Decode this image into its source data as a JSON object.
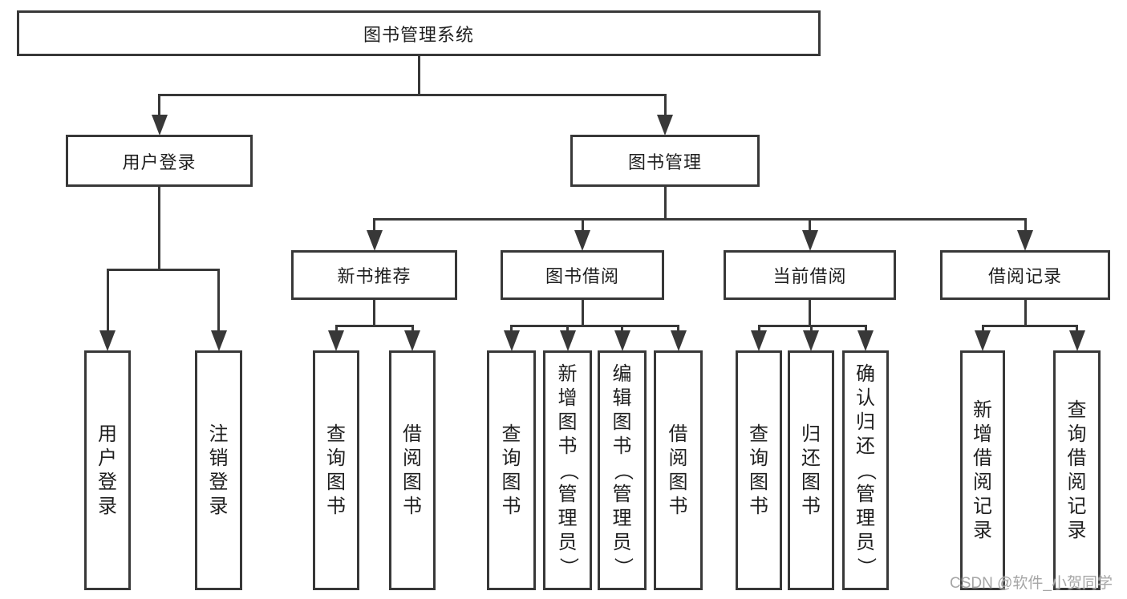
{
  "diagram": {
    "title": "图书管理系统",
    "nodes": [
      {
        "id": "root",
        "label": "图书管理系统",
        "children": [
          "login",
          "mgmt"
        ]
      },
      {
        "id": "login",
        "label": "用户登录",
        "children": [
          "login-user",
          "login-logout"
        ]
      },
      {
        "id": "mgmt",
        "label": "图书管理",
        "children": [
          "rec",
          "borrow",
          "current",
          "records"
        ]
      },
      {
        "id": "rec",
        "label": "新书推荐",
        "children": [
          "rec-query",
          "rec-borrow"
        ]
      },
      {
        "id": "borrow",
        "label": "图书借阅",
        "children": [
          "borrow-query",
          "borrow-add",
          "borrow-edit",
          "borrow-lend"
        ]
      },
      {
        "id": "current",
        "label": "当前借阅",
        "children": [
          "current-query",
          "current-return",
          "current-confirm"
        ]
      },
      {
        "id": "records",
        "label": "借阅记录",
        "children": [
          "records-add",
          "records-query"
        ]
      },
      {
        "id": "login-user",
        "label": "用户登录",
        "vertical": true
      },
      {
        "id": "login-logout",
        "label": "注销登录",
        "vertical": true
      },
      {
        "id": "rec-query",
        "label": "查询图书",
        "vertical": true
      },
      {
        "id": "rec-borrow",
        "label": "借阅图书",
        "vertical": true
      },
      {
        "id": "borrow-query",
        "label": "查询图书",
        "vertical": true
      },
      {
        "id": "borrow-add",
        "label": "新增图书（管理员）",
        "vertical": true
      },
      {
        "id": "borrow-edit",
        "label": "编辑图书（管理员）",
        "vertical": true
      },
      {
        "id": "borrow-lend",
        "label": "借阅图书",
        "vertical": true
      },
      {
        "id": "current-query",
        "label": "查询图书",
        "vertical": true
      },
      {
        "id": "current-return",
        "label": "归还图书",
        "vertical": true
      },
      {
        "id": "current-confirm",
        "label": "确认归还（管理员）",
        "vertical": true
      },
      {
        "id": "records-add",
        "label": "新增借阅记录",
        "vertical": true
      },
      {
        "id": "records-query",
        "label": "查询借阅记录",
        "vertical": true
      }
    ]
  },
  "watermark": "CSDN @软件_小贺同学",
  "colors": {
    "line": "#383838",
    "text": "#1f1f1f",
    "watermark": "#a6a6a6",
    "background": "#ffffff"
  }
}
